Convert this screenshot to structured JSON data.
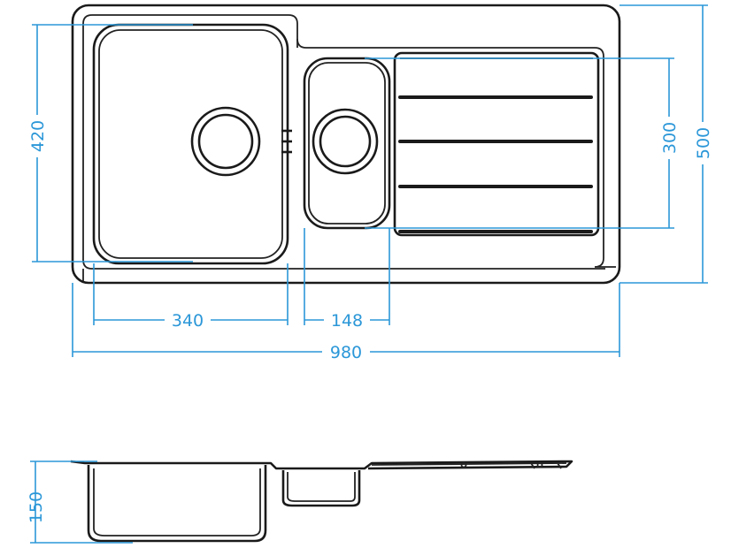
{
  "drawing": {
    "top_view": {
      "dimensions": {
        "overall_width": "980",
        "main_bowl_width": "340",
        "half_bowl_width": "148",
        "overall_depth": "500",
        "main_bowl_depth": "420",
        "half_bowl_depth": "300"
      }
    },
    "side_view": {
      "dimensions": {
        "bowl_height": "150"
      }
    },
    "colors": {
      "dimension_lines": "#2b97d8",
      "outline": "#1a1a1a"
    }
  }
}
